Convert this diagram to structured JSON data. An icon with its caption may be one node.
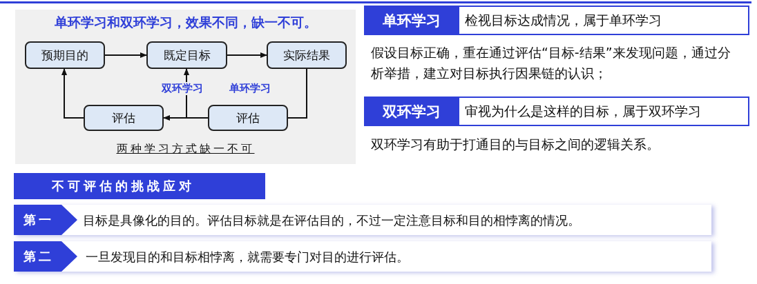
{
  "diagram": {
    "nodes": [
      {
        "text": [
          "单环学习和双环学习，效果不同，缺一不可。",
          "两种学习方式缺一不可"
        ]
      },
      {
        "text": [
          "预期目的"
        ],
        "in": 0
      },
      {
        "text": [
          "既定目标"
        ],
        "in": 0
      },
      {
        "text": [
          "实际结果"
        ],
        "in": 0
      },
      {
        "text": [
          "评估"
        ],
        "in": 0
      },
      {
        "text": [
          "评估"
        ],
        "in": 0
      },
      {
        "text": [
          "单环学习",
          "检视目标达成情况，属于单环学习"
        ]
      },
      {
        "text": [
          "双环学习",
          "审视为什么是这样的目标，属于双环学习"
        ]
      },
      {
        "text": [
          "不可评估的挑战应对"
        ]
      },
      {
        "text": [
          "第一",
          "目标是具像化的目的。评估目标就是在评估目的，不过一定注意目标和目的相悖离的情况。"
        ]
      },
      {
        "text": [
          "第二",
          "一旦发现目的和目标相悖离，就需要专门对目的进行评估。"
        ]
      }
    ],
    "edges": [
      {
        "from": 1,
        "to": 2,
        "arrow": "to"
      },
      {
        "from": 2,
        "to": 3,
        "arrow": "to"
      },
      {
        "from": 3,
        "to": 5,
        "arrow": "none"
      },
      {
        "from": 5,
        "to": 2,
        "arrow": "to"
      },
      {
        "from": 5,
        "to": 4,
        "arrow": "to"
      },
      {
        "from": 4,
        "to": 1,
        "arrow": "to"
      }
    ],
    "labels": [
      "双环学习",
      "单环学习",
      "假设目标正确，重在通过评估“目标-结果”来发现问题，通过分析举措，建立对目标执行因果链的认识；",
      "双环学习有助于打通目的与目标之间的逻辑关系。"
    ]
  }
}
